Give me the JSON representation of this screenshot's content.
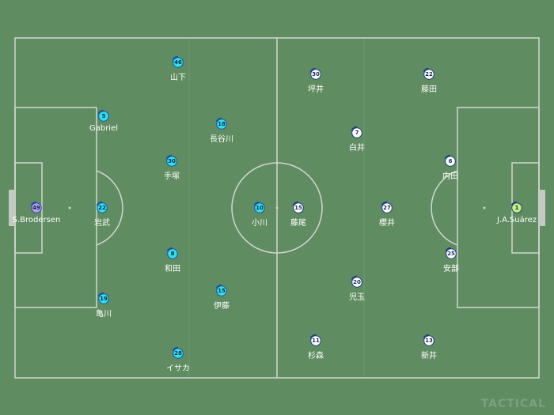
{
  "pitch": {
    "background": "#5f8c61",
    "line_color": "#d2d6d0"
  },
  "colors": {
    "home_fill": "#2fe0f0",
    "home_text": "#0d2a3a",
    "home_arc": "#1e4fa0",
    "away_fill": "#ffffff",
    "away_text": "#1a2a5a",
    "away_arc": "#1e3f88",
    "home_gk": "#b99cf2",
    "away_gk": "#c4ee74"
  },
  "home_players": [
    {
      "number": "49",
      "name": "S.Brodersen",
      "role": "gk"
    },
    {
      "number": "22",
      "name": "岩武",
      "role": "field"
    },
    {
      "number": "5",
      "name": "Gabriel",
      "role": "field"
    },
    {
      "number": "19",
      "name": "亀川",
      "role": "field"
    },
    {
      "number": "30",
      "name": "手塚",
      "role": "field"
    },
    {
      "number": "8",
      "name": "和田",
      "role": "field"
    },
    {
      "number": "46",
      "name": "山下",
      "role": "field"
    },
    {
      "number": "18",
      "name": "長谷川",
      "role": "field"
    },
    {
      "number": "15",
      "name": "伊藤",
      "role": "field"
    },
    {
      "number": "28",
      "name": "イサカ",
      "role": "field"
    },
    {
      "number": "10",
      "name": "小川",
      "role": "field"
    }
  ],
  "away_players": [
    {
      "number": "1",
      "name": "J.A.Suárez",
      "role": "gk"
    },
    {
      "number": "6",
      "name": "内田",
      "role": "field"
    },
    {
      "number": "25",
      "name": "安部",
      "role": "field"
    },
    {
      "number": "27",
      "name": "櫻井",
      "role": "field"
    },
    {
      "number": "7",
      "name": "白井",
      "role": "field"
    },
    {
      "number": "20",
      "name": "児玉",
      "role": "field"
    },
    {
      "number": "22",
      "name": "藤田",
      "role": "field"
    },
    {
      "number": "30",
      "name": "坪井",
      "role": "field"
    },
    {
      "number": "11",
      "name": "杉森",
      "role": "field"
    },
    {
      "number": "13",
      "name": "新井",
      "role": "field"
    },
    {
      "number": "15",
      "name": "藤尾",
      "role": "field"
    }
  ]
}
